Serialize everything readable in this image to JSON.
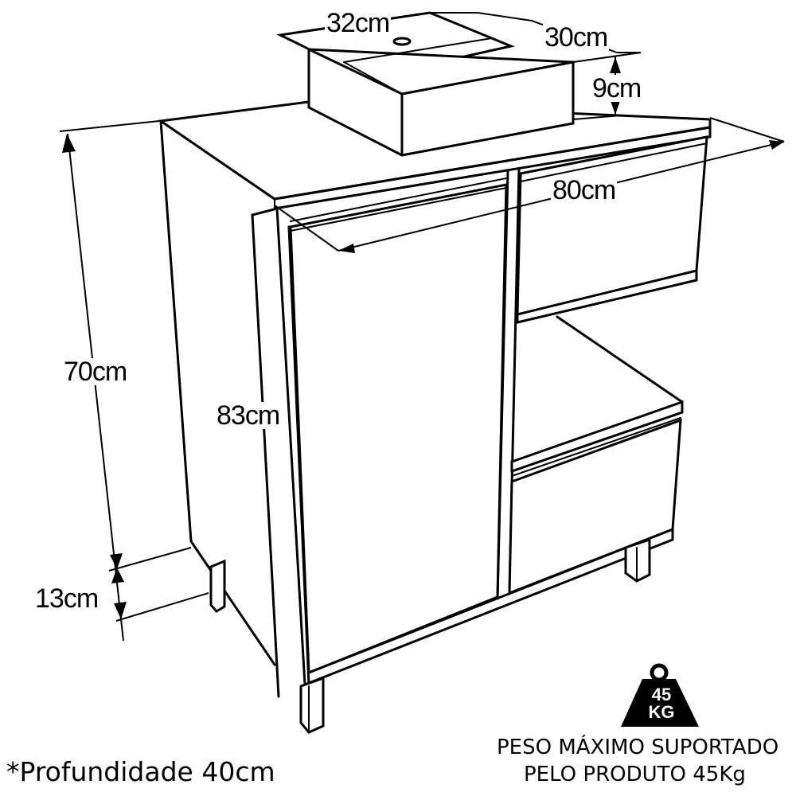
{
  "diagram": {
    "subject": "bathroom vanity cabinet with vessel sink",
    "dimensions": {
      "sink_width": "32cm",
      "sink_depth": "30cm",
      "sink_height": "9cm",
      "cabinet_width": "80cm",
      "body_height": "70cm",
      "total_height": "83cm",
      "leg_height": "13cm"
    },
    "notes": {
      "depth_note": "*Profundidade 40cm",
      "max_weight_line1": "PESO MÁXIMO SUPORTADO",
      "max_weight_line2": "PELO PRODUTO 45Kg"
    },
    "weight_icon": {
      "icon": "weight-icon",
      "value": "45",
      "unit": "KG",
      "color": "#000000",
      "text_color": "#ffffff"
    }
  }
}
